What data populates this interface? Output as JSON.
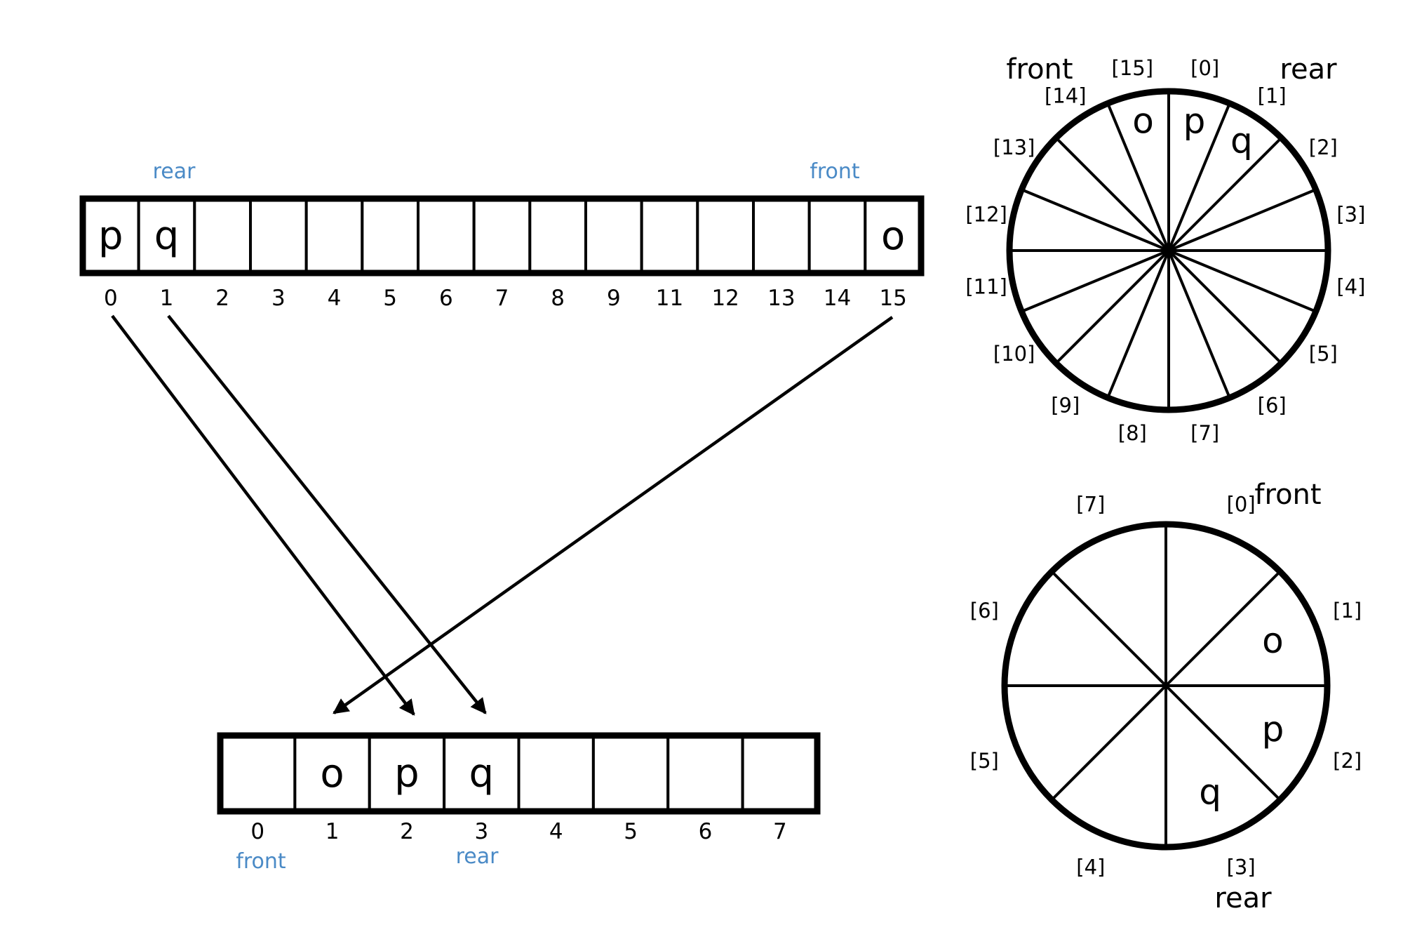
{
  "old_array": {
    "indices": [
      "0",
      "1",
      "2",
      "3",
      "4",
      "5",
      "6",
      "7",
      "8",
      "9",
      "11",
      "12",
      "13",
      "14",
      "15"
    ],
    "values": [
      "p",
      "q",
      "",
      "",
      "",
      "",
      "",
      "",
      "",
      "",
      "",
      "",
      "",
      "",
      "o"
    ],
    "rear_label": "rear",
    "front_label": "front"
  },
  "new_array": {
    "indices": [
      "0",
      "1",
      "2",
      "3",
      "4",
      "5",
      "6",
      "7"
    ],
    "values": [
      "",
      "o",
      "p",
      "q",
      "",
      "",
      "",
      ""
    ],
    "front_label": "front",
    "rear_label": "rear"
  },
  "old_circle": {
    "slot_labels": [
      "[0]",
      "[1]",
      "[2]",
      "[3]",
      "[4]",
      "[5]",
      "[6]",
      "[7]",
      "[8]",
      "[9]",
      "[10]",
      "[11]",
      "[12]",
      "[13]",
      "[14]",
      "[15]"
    ],
    "values": [
      "p",
      "q",
      "",
      "",
      "",
      "",
      "",
      "",
      "",
      "",
      "",
      "",
      "",
      "",
      "",
      "o"
    ],
    "front_label": "front",
    "rear_label": "rear"
  },
  "new_circle": {
    "slot_labels": [
      "[0]",
      "[1]",
      "[2]",
      "[3]",
      "[4]",
      "[5]",
      "[6]",
      "[7]"
    ],
    "values": [
      "",
      "o",
      "p",
      "q",
      "",
      "",
      "",
      ""
    ],
    "front_label": "front",
    "rear_label": "rear"
  },
  "colors": {
    "pointer_label": "#4a8ac6",
    "stroke": "#000000"
  }
}
